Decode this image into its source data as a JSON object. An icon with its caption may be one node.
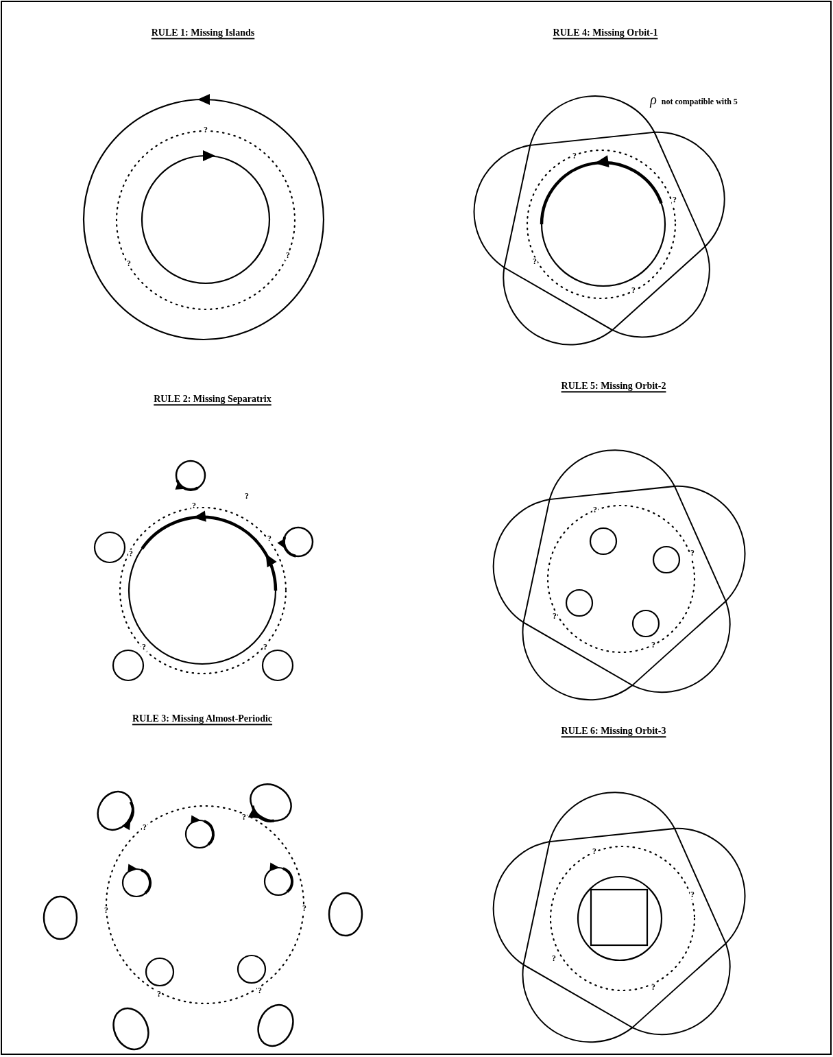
{
  "diagram": {
    "labels": [
      "RULE 1: Missing Islands",
      "?",
      "?",
      "?",
      "RULE 4: Missing Orbit-1",
      "*ρ* not compatible with 5",
      "?",
      "?",
      "?",
      "?",
      "RULE 2: Missing Separatrix",
      "?",
      "?",
      "?",
      "?",
      "?",
      "?",
      "RULE 5: Missing Orbit-2",
      "?",
      "?",
      "?",
      "?",
      "RULE 3: Missing Almost-Periodic",
      "?",
      "?",
      "?",
      "?",
      "?",
      "?",
      "RULE 6: Missing Orbit-3",
      "?",
      "?",
      "?",
      "?"
    ]
  }
}
